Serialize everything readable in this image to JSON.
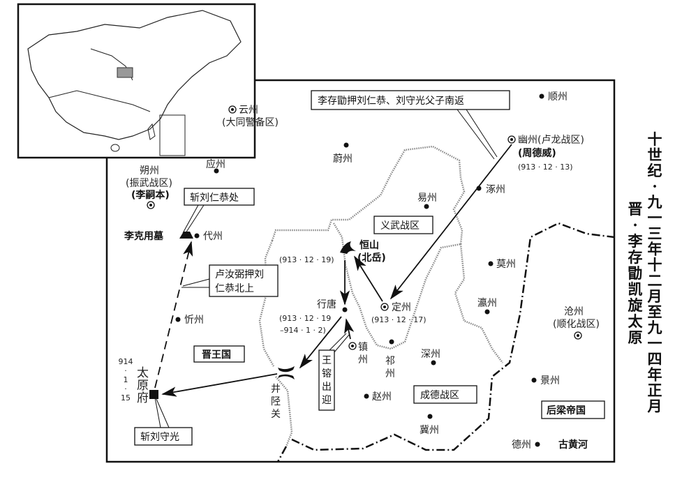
{
  "title": {
    "line1": [
      "十",
      "世",
      "纪",
      "·",
      "九",
      "一",
      "三",
      "年",
      "十",
      "二",
      "月",
      "至",
      "九",
      "一",
      "四",
      "年",
      "正",
      "月"
    ],
    "line2": [
      "晋",
      "·",
      "李",
      "存",
      "勖",
      "凯",
      "旋",
      "太",
      "原"
    ],
    "full_line1": "十世纪·九一三年十二月至九一四年正月",
    "full_line2": "晋·李存勖凯旋太原"
  },
  "places": {
    "yunzhou": "云州",
    "yunzhou_sub": "(大同警备区)",
    "yuzhou_wei": "蔚州",
    "yingzhou": "应州",
    "shuozhou": "朔州",
    "shuozhou_sub": "(振武战区)",
    "shuozhou_person": "(李嗣本)",
    "tomb": "李克用墓",
    "daizhou": "代州",
    "xinzhou": "忻州",
    "taiyuan": [
      "太",
      "原",
      "府"
    ],
    "taiyuan_date": [
      "914",
      "·",
      "1",
      "·",
      "15"
    ],
    "jingxing": [
      "井",
      "陉",
      "关"
    ],
    "xingtang": "行唐",
    "xingtang_date1": "(913 · 12 · 19",
    "xingtang_date2": "–914 · 1 · 2)",
    "hengshan": "恒山",
    "hengshan_sub": "(北岳)",
    "hengshan_date": "(913 · 12 · 19)",
    "yizhou": "易州",
    "dingzhou": "定州",
    "dingzhou_date": "(913 · 12 · 17)",
    "zhenzhou": [
      "镇",
      "州"
    ],
    "qizhou": [
      "祁",
      "州"
    ],
    "zhaozhou": "赵州",
    "shenzhou": "深州",
    "jizhou": "冀州",
    "zhuozhou": "涿州",
    "mozhou": "莫州",
    "yingzhou_ying": "瀛州",
    "cangzhou": "沧州",
    "cangzhou_sub": "(顺化战区)",
    "jingzhou": "景州",
    "dezhou": "德州",
    "old_yellow_river": "古黄河",
    "shunzhou": "顺州",
    "youzhou": "幽州(卢龙战区)",
    "youzhou_person": "(周德威)",
    "youzhou_date": "(913 · 12 · 13)"
  },
  "regions": {
    "jin": "晋王国",
    "yiwu": "义武战区",
    "chengde": "成德战区",
    "houliang": "后梁帝国"
  },
  "callouts": {
    "south_return": "李存勖押刘仁恭、刘守光父子南返",
    "execute_rengong": "斩刘仁恭处",
    "lu_north_1": "卢汝弼押刘",
    "lu_north_2": "仁恭北上",
    "wang_rong": [
      "王",
      "镕",
      "出",
      "迎"
    ],
    "execute_shouguang": "斩刘守光"
  }
}
